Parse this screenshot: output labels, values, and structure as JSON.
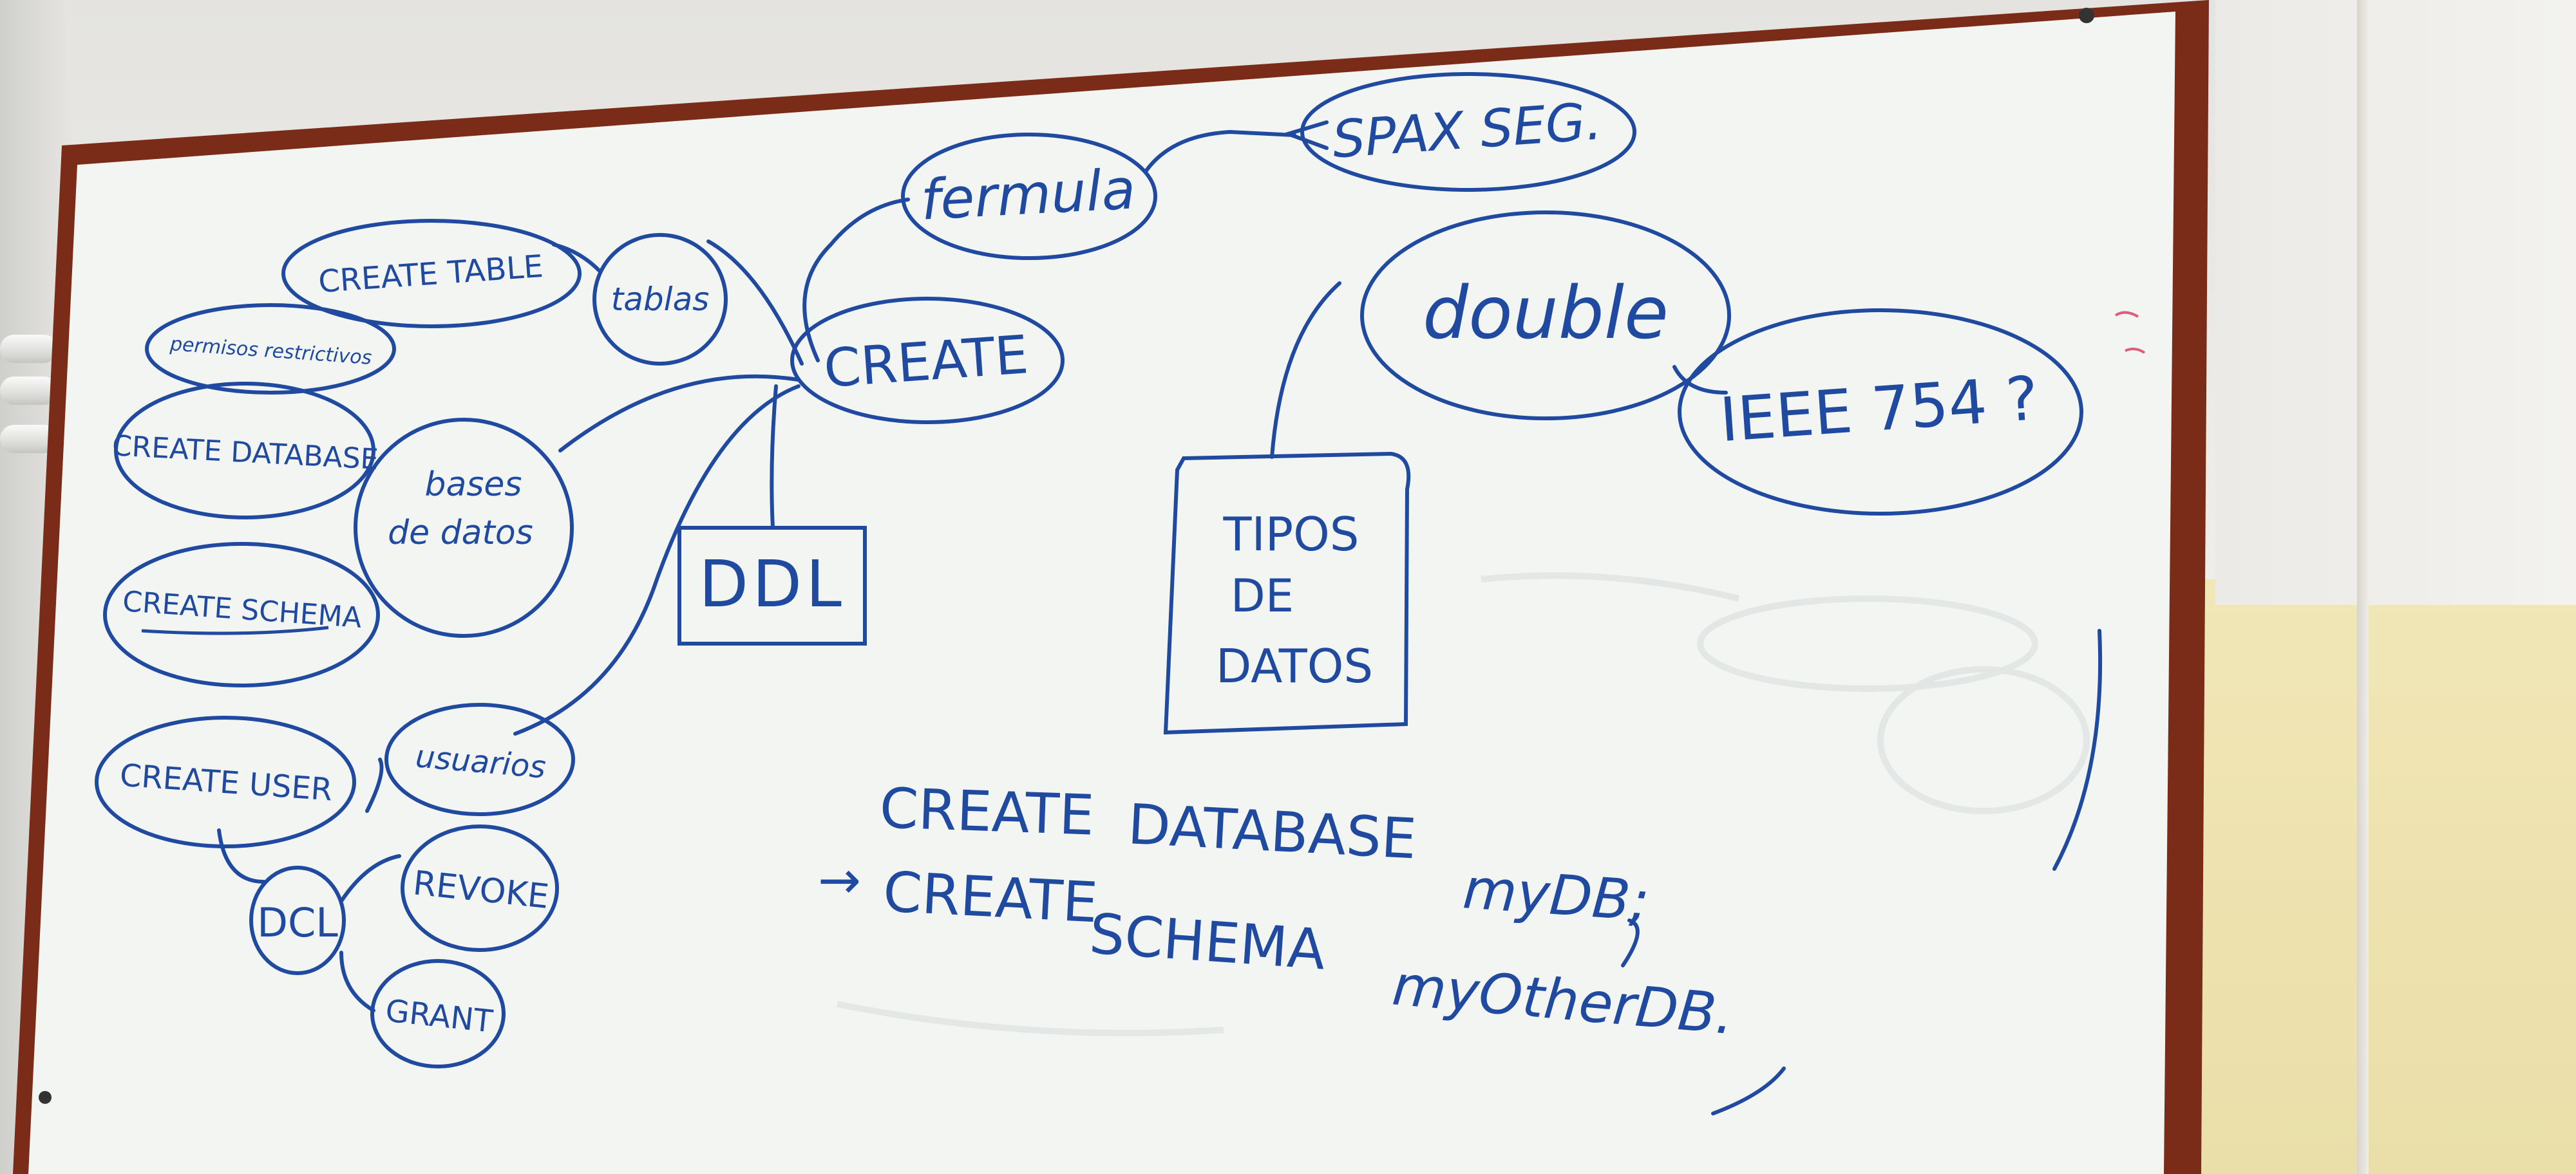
{
  "scene": {
    "ink_color": "#1f4aa0",
    "frame_color": "#7a2c18",
    "board_color": "#f3f5f3"
  },
  "mindmap": {
    "formula": "fermula",
    "spax_seg": "SPAX SEG.",
    "create_table": "CREATE TABLE",
    "tablas": "tablas",
    "permisos": "permisos restrictivos",
    "create": "CREATE",
    "double": "double",
    "ieee": "IEEE 754 ?",
    "create_database": "CREATE DATABASE",
    "bases_line1": "bases",
    "bases_line2": "de datos",
    "create_schema": "CREATE SCHEMA",
    "ddl": "DDL",
    "tipos_line1": "TIPOS",
    "tipos_line2": "DE",
    "tipos_line3": "DATOS",
    "create_user": "CREATE USER",
    "usuarios": "usuarios",
    "revoke": "REVOKE",
    "dcl": "DCL",
    "grant": "GRANT"
  },
  "code_notes": {
    "line1_a": "CREATE",
    "line1_b": "DATABASE",
    "line1_c": "myDB;",
    "arrow": "→",
    "line2_a": "CREATE",
    "line2_b": "SCHEMA",
    "line2_c": "myOtherDB."
  }
}
